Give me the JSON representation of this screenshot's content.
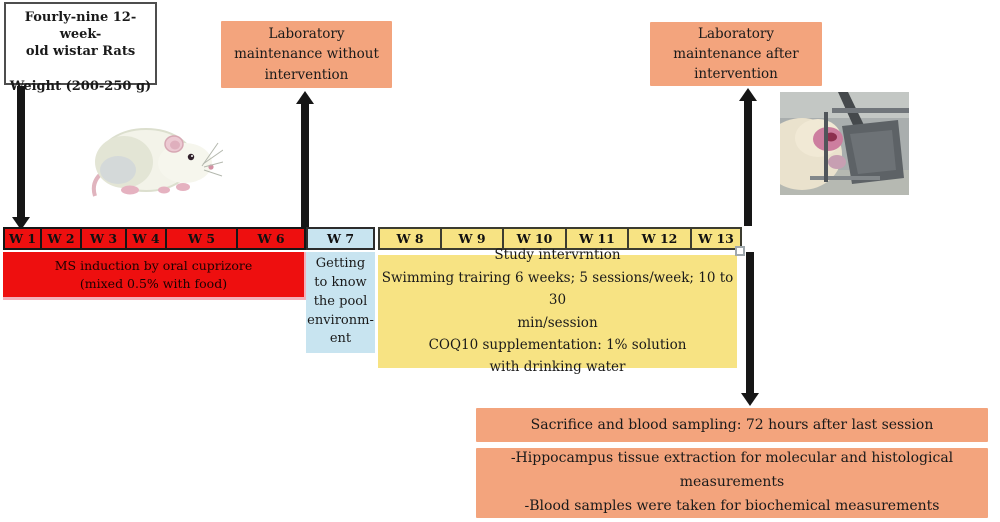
{
  "subjects_box": {
    "text": "Fourly-nine 12-week-\nold wistar Rats\n\nWeight (200-250 g)"
  },
  "lab_before_box": {
    "text": "Laboratory\nmaintenance without\nintervention"
  },
  "lab_after_box": {
    "text": "Laboratory\nmaintenance after\nintervention"
  },
  "timeline": {
    "weeks": [
      {
        "label": "W 1",
        "phase": "induction"
      },
      {
        "label": "W 2",
        "phase": "induction"
      },
      {
        "label": "W 3",
        "phase": "induction"
      },
      {
        "label": "W 4",
        "phase": "induction"
      },
      {
        "label": "W 5",
        "phase": "induction"
      },
      {
        "label": "W 6",
        "phase": "induction"
      },
      {
        "label": "W 7",
        "phase": "pool-familiarization"
      },
      {
        "label": "W 8",
        "phase": "intervention"
      },
      {
        "label": "W 9",
        "phase": "intervention"
      },
      {
        "label": "W 10",
        "phase": "intervention"
      },
      {
        "label": "W 11",
        "phase": "intervention"
      },
      {
        "label": "W 12",
        "phase": "intervention"
      },
      {
        "label": "W 13",
        "phase": "intervention"
      }
    ]
  },
  "induction_box": {
    "text": "MS induction by oral cuprizore\n(mixed 0.5% with food)"
  },
  "pool_box": {
    "text": "Getting\nto know\nthe pool\nenvironm-\nent"
  },
  "intervention_box": {
    "text": "Study intervrntion\nSwimming trairing 6 weeks; 5 sessions/week; 10 to 30\nmin/session\nCOQ10 supplementation: 1% solution\nwith drinking water"
  },
  "sacrifice_box": {
    "text": "Sacrifice and blood sampling: 72 hours after last session"
  },
  "measurements_box": {
    "text": "-Hippocampus tissue extraction for molecular and histological measurements\n-Blood samples were taken for biochemical measurements"
  },
  "icons": {
    "rat_illustration": "white-rat-drawing",
    "rat_photo": "rat-procedure-photo"
  },
  "colors": {
    "induction_red": "#ee0f0f",
    "pool_blue": "#c8e4f0",
    "intervention_yellow": "#f7e383",
    "note_orange": "#f3a47d",
    "arrow_black": "#161616"
  }
}
